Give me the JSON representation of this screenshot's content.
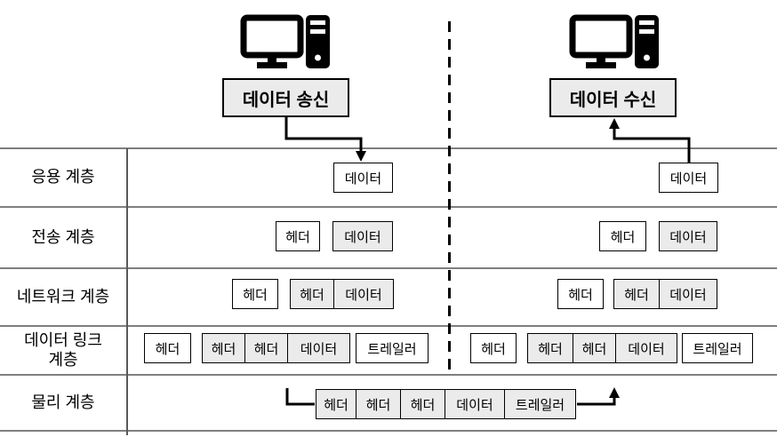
{
  "sender": {
    "title": "데이터 송신"
  },
  "receiver": {
    "title": "데이터 수신"
  },
  "layers": [
    {
      "label": "응용 계층",
      "sender": [
        "데이터"
      ],
      "receiver": [
        "데이터"
      ]
    },
    {
      "label": "전송 계층",
      "sender": [
        "헤더",
        "데이터"
      ],
      "receiver": [
        "헤더",
        "데이터"
      ]
    },
    {
      "label": "네트워크 계층",
      "sender": [
        "헤더",
        "헤더",
        "데이터"
      ],
      "receiver": [
        "헤더",
        "헤더",
        "데이터"
      ]
    },
    {
      "label": "데이터 링크 계층",
      "sender": [
        "헤더",
        "헤더",
        "헤더",
        "데이터",
        "트레일러"
      ],
      "receiver": [
        "헤더",
        "헤더",
        "헤더",
        "데이터",
        "트레일러"
      ]
    },
    {
      "label": "물리 계층",
      "frame": [
        "헤더",
        "헤더",
        "헤더",
        "데이터",
        "트레일러"
      ]
    }
  ],
  "colors": {
    "box_fill_gray": "#ebebeb",
    "box_fill_white": "#ffffff",
    "box_border": "#000000",
    "row_line_gray": "#7f7f7f",
    "column_divider": "#595959",
    "dashed_divider": "#000000",
    "icon_black": "#000000"
  }
}
